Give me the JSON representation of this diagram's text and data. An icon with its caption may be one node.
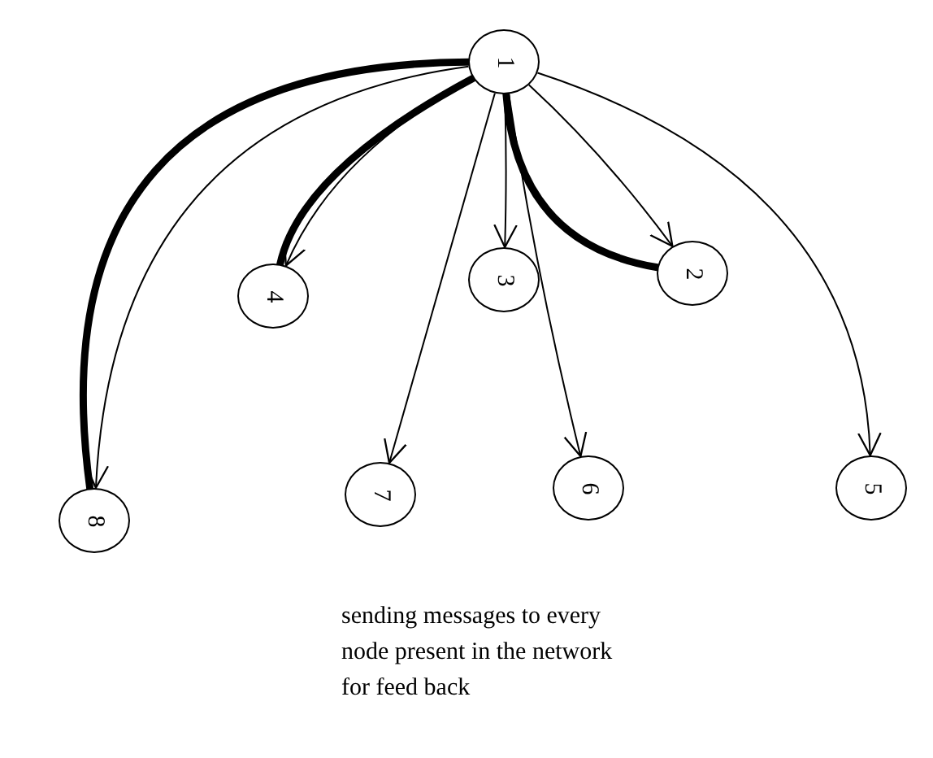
{
  "diagram": {
    "caption": "sending messages to every node present in the network for feed back",
    "nodes": [
      {
        "text": [
          "1"
        ]
      },
      {
        "text": [
          "2"
        ]
      },
      {
        "text": [
          "3"
        ]
      },
      {
        "text": [
          "4"
        ]
      },
      {
        "text": [
          "5"
        ]
      },
      {
        "text": [
          "6"
        ]
      },
      {
        "text": [
          "7"
        ]
      },
      {
        "text": [
          "8"
        ]
      }
    ],
    "edges": [
      {
        "from": 0,
        "to": 1,
        "arrow": "to"
      },
      {
        "from": 0,
        "to": 2,
        "arrow": "to"
      },
      {
        "from": 0,
        "to": 3,
        "arrow": "to"
      },
      {
        "from": 0,
        "to": 4,
        "arrow": "to"
      },
      {
        "from": 0,
        "to": 5,
        "arrow": "to"
      },
      {
        "from": 0,
        "to": 6,
        "arrow": "to"
      },
      {
        "from": 0,
        "to": 7,
        "arrow": "to"
      },
      {
        "from": 0,
        "to": 7,
        "arrow": "none",
        "style": "thick"
      },
      {
        "from": 0,
        "to": 3,
        "arrow": "none",
        "style": "thick"
      },
      {
        "from": 0,
        "to": 1,
        "arrow": "none",
        "style": "thick"
      }
    ]
  }
}
